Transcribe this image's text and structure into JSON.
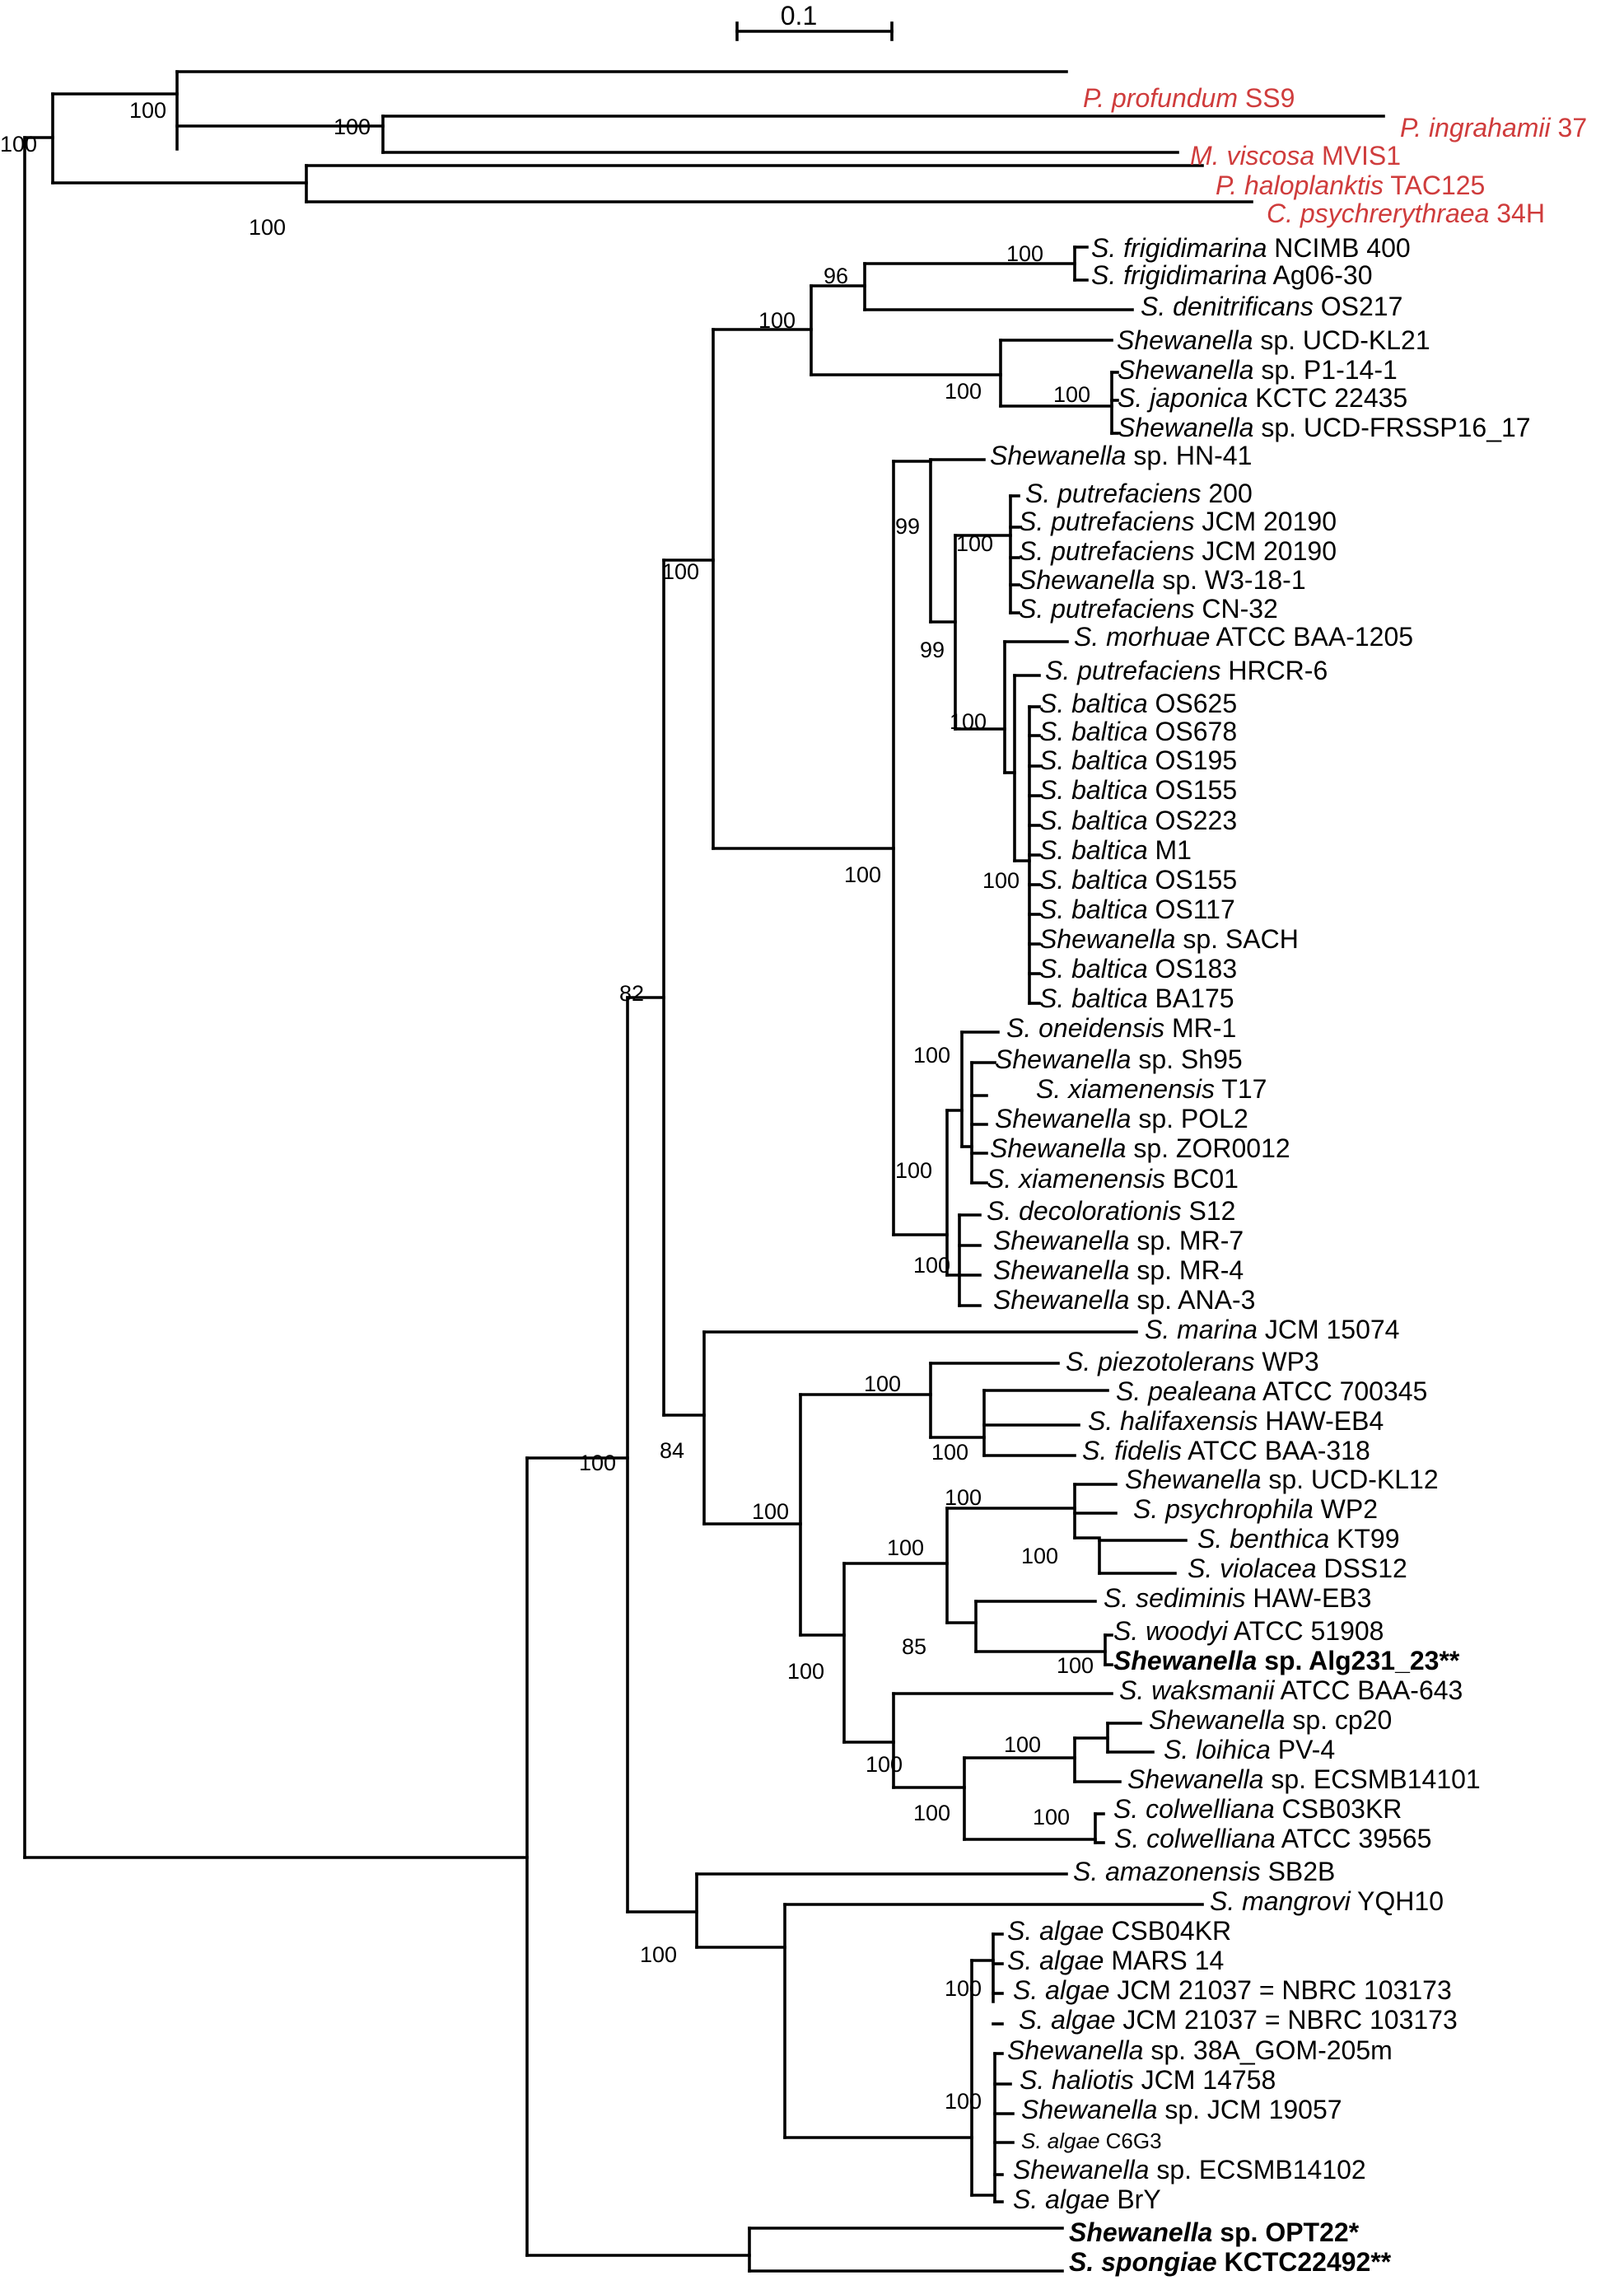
{
  "scale_bar": {
    "label": "0.1"
  },
  "colors": {
    "outgroup": "#cf3c3c",
    "tree": "#000000"
  },
  "taxa": {
    "t01": {
      "genus": "P. profundum",
      "rest": " SS9",
      "style": "red"
    },
    "t02": {
      "genus": "P. ingrahamii",
      "rest": " 37",
      "style": "red"
    },
    "t03": {
      "genus": "M. viscosa",
      "rest": " MVIS1",
      "style": "red"
    },
    "t04": {
      "genus": "P. haloplanktis",
      "rest": " TAC125",
      "style": "red"
    },
    "t05": {
      "genus": "C. psychrerythraea",
      "rest": " 34H",
      "style": "red"
    },
    "t06": {
      "genus": "S. frigidimarina",
      "rest": " NCIMB 400"
    },
    "t07": {
      "genus": "S. frigidimarina",
      "rest": " Ag06-30"
    },
    "t08": {
      "genus": "S. denitrificans",
      "rest": " OS217"
    },
    "t09": {
      "genus": "Shewanella",
      "rest": " sp. UCD-KL21"
    },
    "t10": {
      "genus": "Shewanella",
      "rest": " sp. P1-14-1"
    },
    "t11": {
      "genus": "S. japonica",
      "rest": " KCTC 22435"
    },
    "t12": {
      "genus": "Shewanella",
      "rest": " sp. UCD-FRSSP16_17"
    },
    "t13": {
      "genus": "Shewanella",
      "rest": " sp. HN-41"
    },
    "t14": {
      "genus": "S. putrefaciens",
      "rest": " 200"
    },
    "t15": {
      "genus": "S. putrefaciens",
      "rest": " JCM 20190"
    },
    "t16": {
      "genus": "S. putrefaciens",
      "rest": " JCM 20190"
    },
    "t17": {
      "genus": "Shewanella",
      "rest": " sp. W3-18-1"
    },
    "t18": {
      "genus": "S. putrefaciens",
      "rest": " CN-32"
    },
    "t19": {
      "genus": "S. morhuae",
      "rest": " ATCC BAA-1205"
    },
    "t20": {
      "genus": "S. putrefaciens",
      "rest": " HRCR-6"
    },
    "t21": {
      "genus": "S. baltica",
      "rest": " OS625"
    },
    "t22": {
      "genus": "S. baltica",
      "rest": " OS678"
    },
    "t23": {
      "genus": "S. baltica",
      "rest": " OS195"
    },
    "t24": {
      "genus": "S. baltica",
      "rest": " OS155"
    },
    "t25": {
      "genus": "S. baltica",
      "rest": " OS223"
    },
    "t26": {
      "genus": "S. baltica",
      "rest": " M1"
    },
    "t27": {
      "genus": "S. baltica",
      "rest": " OS155"
    },
    "t28": {
      "genus": "S. baltica",
      "rest": " OS117"
    },
    "t29": {
      "genus": "Shewanella",
      "rest": " sp. SACH"
    },
    "t30": {
      "genus": "S. baltica",
      "rest": " OS183"
    },
    "t31": {
      "genus": "S. baltica",
      "rest": " BA175"
    },
    "t32": {
      "genus": "S. oneidensis",
      "rest": " MR-1"
    },
    "t33": {
      "genus": "Shewanella",
      "rest": " sp. Sh95"
    },
    "t34": {
      "genus": "S. xiamenensis",
      "rest": " T17"
    },
    "t35": {
      "genus": "Shewanella",
      "rest": " sp. POL2"
    },
    "t36": {
      "genus": "Shewanella",
      "rest": " sp. ZOR0012"
    },
    "t37": {
      "genus": "S. xiamenensis",
      "rest": " BC01"
    },
    "t38": {
      "genus": "S. decolorationis",
      "rest": " S12"
    },
    "t39": {
      "genus": "Shewanella",
      "rest": " sp. MR-7"
    },
    "t40": {
      "genus": "Shewanella",
      "rest": " sp. MR-4"
    },
    "t41": {
      "genus": "Shewanella",
      "rest": " sp. ANA-3"
    },
    "t42": {
      "genus": "S. marina",
      "rest": " JCM 15074"
    },
    "t43": {
      "genus": "S. piezotolerans",
      "rest": " WP3"
    },
    "t44": {
      "genus": "S. pealeana",
      "rest": " ATCC 700345"
    },
    "t45": {
      "genus": "S. halifaxensis",
      "rest": " HAW-EB4"
    },
    "t46": {
      "genus": "S. fidelis",
      "rest": " ATCC BAA-318"
    },
    "t47": {
      "genus": "Shewanella",
      "rest": " sp. UCD-KL12"
    },
    "t48": {
      "genus": "S. psychrophila",
      "rest": " WP2"
    },
    "t49": {
      "genus": "S. benthica",
      "rest": " KT99"
    },
    "t50": {
      "genus": "S. violacea",
      "rest": " DSS12"
    },
    "t51": {
      "genus": "S. sediminis",
      "rest": " HAW-EB3"
    },
    "t52": {
      "genus": "S. woodyi",
      "rest": " ATCC 51908"
    },
    "t53": {
      "genus": "Shewanella",
      "rest": " sp. Alg231_23**",
      "style": "bold"
    },
    "t54": {
      "genus": "S. waksmanii",
      "rest": " ATCC BAA-643"
    },
    "t55": {
      "genus": "Shewanella",
      "rest": " sp. cp20"
    },
    "t56": {
      "genus": "S. loihica",
      "rest": " PV-4"
    },
    "t57": {
      "genus": "Shewanella",
      "rest": " sp. ECSMB14101"
    },
    "t58": {
      "genus": "S. colwelliana",
      "rest": " CSB03KR"
    },
    "t59": {
      "genus": "S. colwelliana",
      "rest": " ATCC 39565"
    },
    "t60": {
      "genus": "S. amazonensis",
      "rest": " SB2B"
    },
    "t61": {
      "genus": "S. mangrovi",
      "rest": " YQH10"
    },
    "t62": {
      "genus": "S. algae",
      "rest": " CSB04KR"
    },
    "t63": {
      "genus": "S. algae",
      "rest": " MARS 14"
    },
    "t64": {
      "genus": "S. algae",
      "rest": " JCM 21037 = NBRC 103173"
    },
    "t65": {
      "genus": "S. algae",
      "rest": " JCM 21037 = NBRC 103173"
    },
    "t66": {
      "genus": "Shewanella",
      "rest": " sp. 38A_GOM-205m"
    },
    "t67": {
      "genus": "S. haliotis",
      "rest": " JCM 14758"
    },
    "t68": {
      "genus": "Shewanella",
      "rest": " sp. JCM 19057"
    },
    "t69": {
      "genus": "S. algae",
      "rest": " C6G3",
      "style": "small"
    },
    "t70": {
      "genus": "Shewanella",
      "rest": " sp. ECSMB14102"
    },
    "t71": {
      "genus": "S. algae",
      "rest": " BrY"
    },
    "t72": {
      "genus": "Shewanella",
      "rest": " sp. OPT22*",
      "style": "bold"
    },
    "t73": {
      "genus": "S. spongiae",
      "rest": " KCTC22492**",
      "style": "bold"
    }
  },
  "support": {
    "s01": "100",
    "s02": "100",
    "s03": "100",
    "s04": "100",
    "s05": "100",
    "s06": "96",
    "s07": "100",
    "s08": "100",
    "s09": "100",
    "s10": "100",
    "s11": "99",
    "s12": "100",
    "s13": "99",
    "s14": "100",
    "s15": "100",
    "s16": "100",
    "s17": "100",
    "s18": "100",
    "s19": "82",
    "s20": "100",
    "s21": "84",
    "s22": "100",
    "s23": "100",
    "s24": "100",
    "s25": "100",
    "s26": "100",
    "s27": "100",
    "s28": "85",
    "s29": "100",
    "s30": "100",
    "s31": "100",
    "s32": "100",
    "s33": "100",
    "s34": "100",
    "s35": "100",
    "s36": "100",
    "s37": "100",
    "s38": "100"
  }
}
